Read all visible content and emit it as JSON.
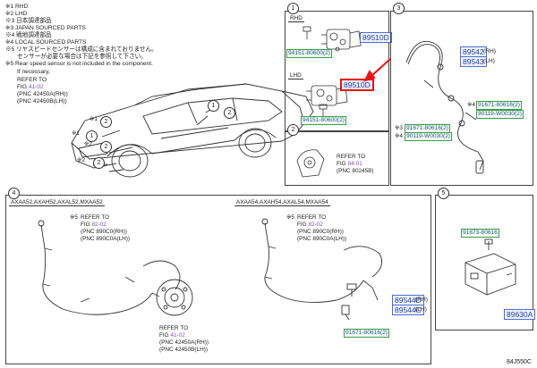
{
  "notes": {
    "lines": [
      "※1 RHD",
      "※2 LHD",
      "※3 日本調達部品",
      "※3 JAPAN SOURCED PARTS",
      "※4 戦地調達部品",
      "※4 LOCAL SOURCED PARTS",
      "※5 リヤスピードセンサーは構成に含まれておりません。",
      "センサーが必要な場合は下記を参照して下さい。",
      "※5 Rear speed sensor is not included in the component.",
      "If necessary,"
    ],
    "ref_to": "REFER TO",
    "fig_prefix": "FIG ",
    "fig": "41-02",
    "pnc_a": "(PNC 42450A(RH))",
    "pnc_b": "(PNC 42450B(LH))"
  },
  "vehicle_callouts": [
    "2",
    "1",
    "2",
    "2",
    "1",
    "2"
  ],
  "vehicle_marks": [
    "※1",
    "※1",
    "※2",
    "※2"
  ],
  "section1": {
    "num": "1",
    "rhd": "RHD",
    "lhd": "LHD",
    "parts": {
      "bolt_rhd": "94151-80600",
      "bolt_rhd_qty": "(2)",
      "module_rhd": "89510D",
      "module_lhd": "89510D",
      "bolt_lhd": "94151-80600",
      "bolt_lhd_qty": "(2)"
    }
  },
  "section2": {
    "num": "2",
    "ref_to": "REFER TO",
    "fig_prefix": "FIG ",
    "fig": "84-01",
    "pnc": "(PNC 80245B)"
  },
  "section3": {
    "num": "3",
    "sensor_rh": "89542",
    "sensor_rh_side": "(RH)",
    "sensor_lh": "89543",
    "sensor_lh_side": "(LH)",
    "mark_a": "※4",
    "clip_a": "91671-80616",
    "clip_a_qty": "(2)",
    "clip_b": "90119-W0030",
    "clip_b_qty": "(2)",
    "mark_c": "※3",
    "clip_c": "91671-80616",
    "clip_c_qty": "(2)",
    "mark_d": "※4",
    "clip_d": "90119-W0030",
    "clip_d_qty": "(2)"
  },
  "section4": {
    "num": "4",
    "left_models": "AXAA52,AXAH52,AXAL52,MXAA52",
    "right_models": "AXAA54,AXAH54,AXAL54,MXAA54",
    "mark5": "※5",
    "ref_to": "REFER TO",
    "fig_prefix": "FIG ",
    "fig_a": "82-02",
    "pnc_rh": "(PNC 890C0(RH))",
    "pnc_lh": "(PNC 890C0A(LH))",
    "mark5_b": "※5",
    "fig_b": "82-02",
    "pnc_rh_b": "(PNC 890C0(RH))",
    "pnc_lh_b": "(PNC 890C0A(LH))",
    "hub_ref": "REFER TO",
    "hub_fig": "41-02",
    "hub_pnc_a": "(PNC 42450A(RH))",
    "hub_pnc_b": "(PNC 42450B(LH))",
    "sensor_rh": "89544D",
    "sensor_rh_side": "(RH)",
    "sensor_lh": "89544C",
    "sensor_lh_side": "(LH)",
    "clip": "91671-80616",
    "clip_qty": "(2)"
  },
  "section5": {
    "num": "5",
    "bolt": "91673-80616",
    "module": "89630A"
  },
  "diagram_id": "84J550C",
  "colors": {
    "part_border": "#4a6fd0",
    "part_text": "#1f3fb0",
    "highlight": "#ee1111",
    "fig_ref": "#7b4fc9"
  }
}
